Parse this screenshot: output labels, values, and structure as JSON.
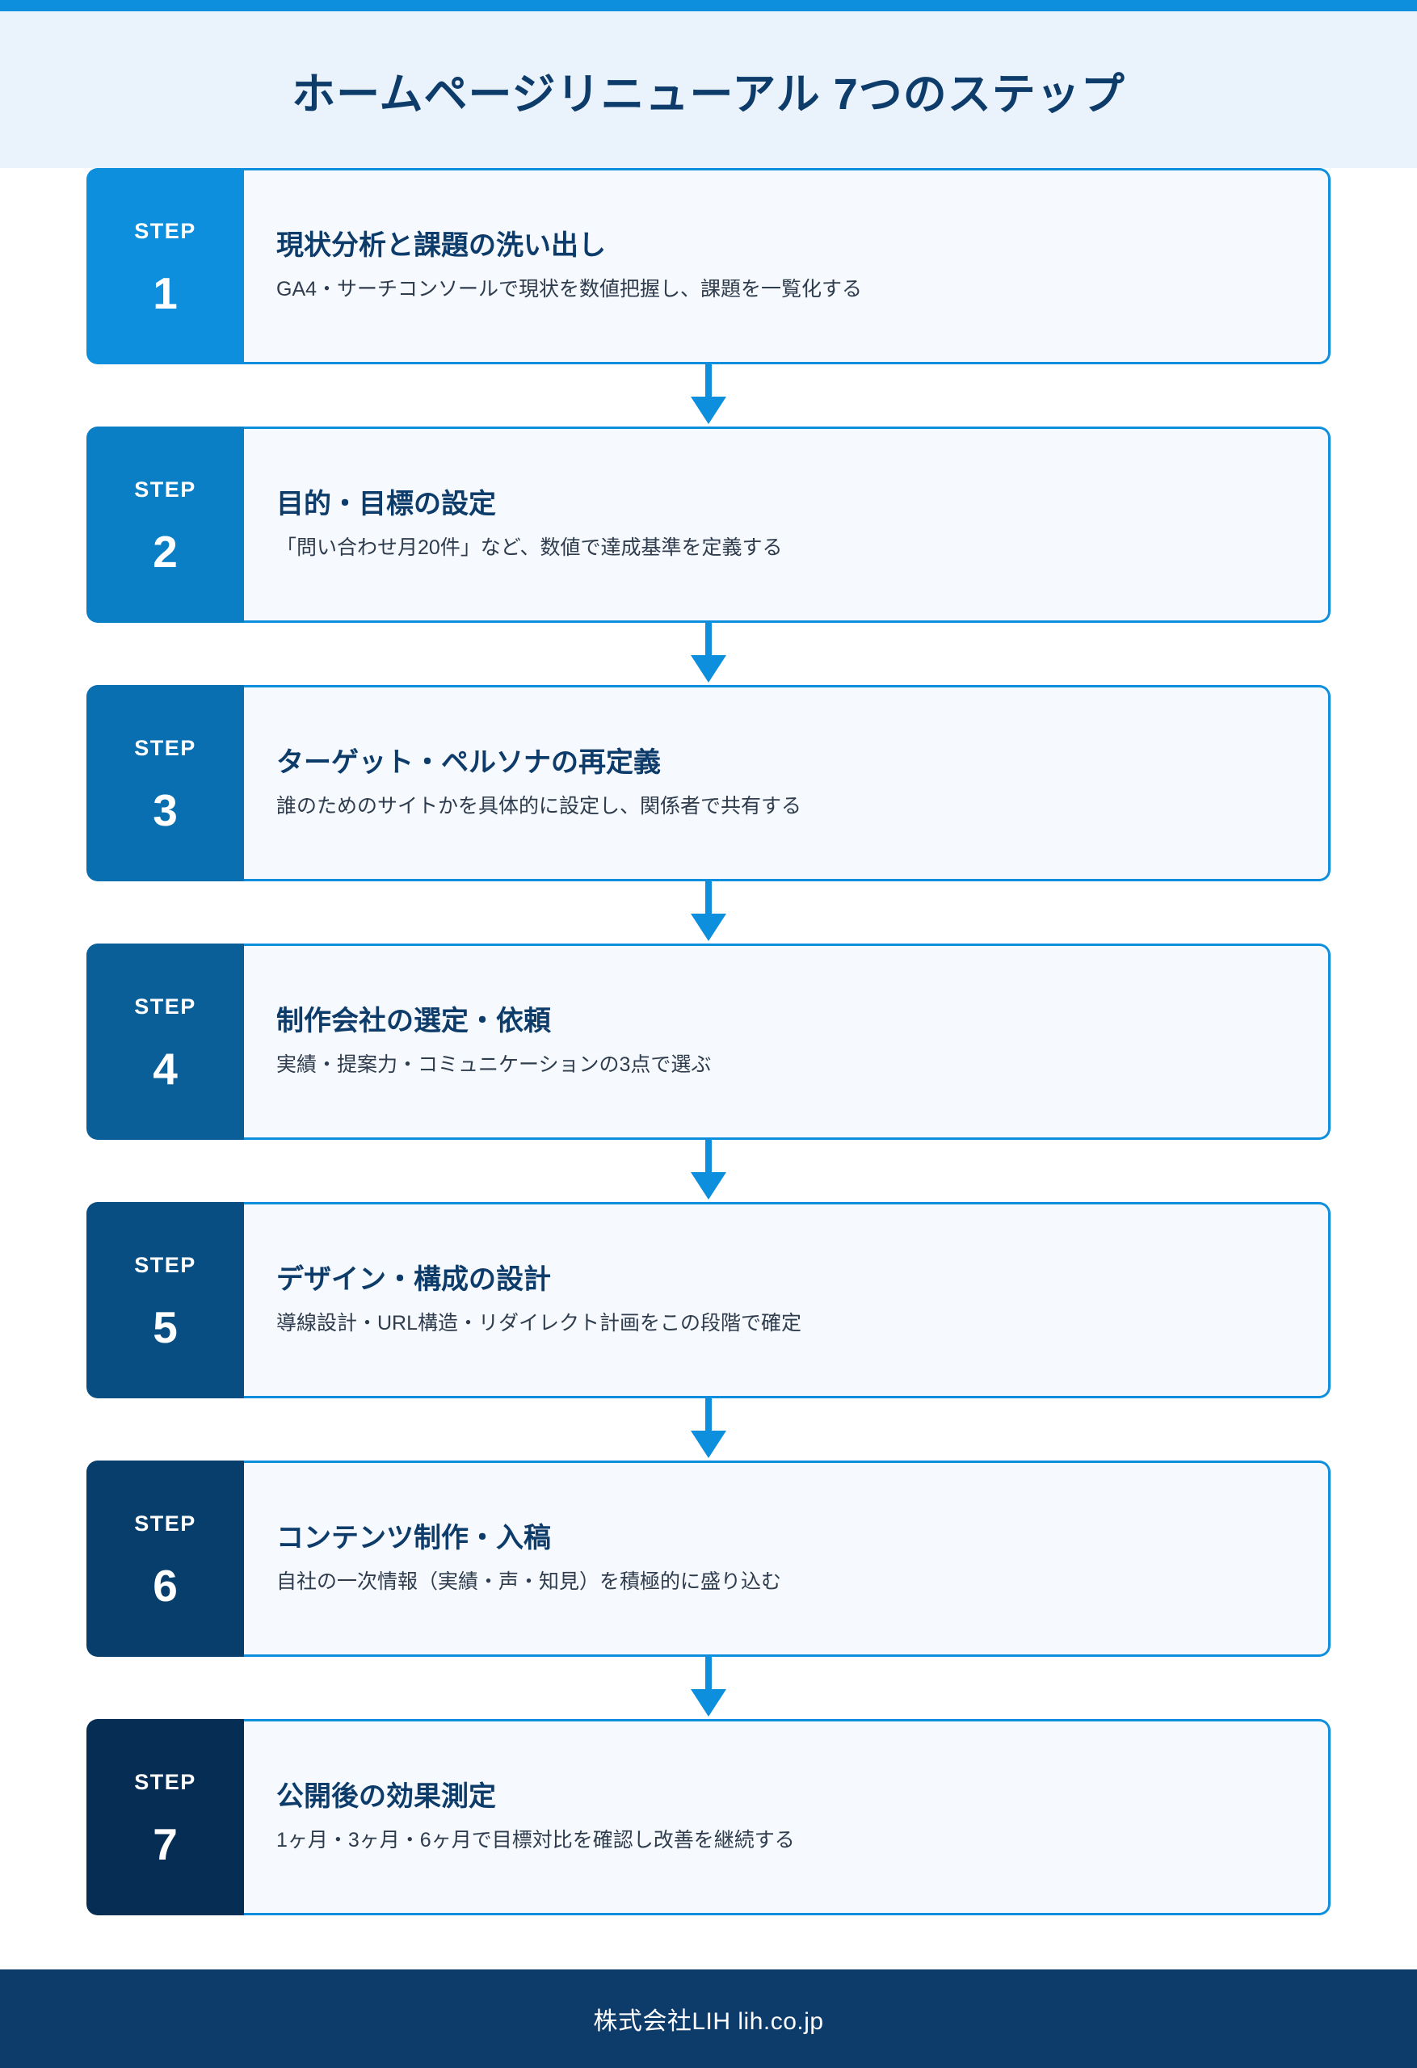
{
  "header": {
    "title": "ホームページリニューアル 7つのステップ",
    "top_bar_color": "#0d8fdd",
    "band_color": "#eaf3fc",
    "title_color": "#0d3c6b"
  },
  "steps": {
    "badge_label": "STEP",
    "items": [
      {
        "number": "1",
        "heading": "現状分析と課題の洗い出し",
        "description": "GA4・サーチコンソールで現状を数値把握し、課題を一覧化する",
        "badge_color": "#0d8fdd"
      },
      {
        "number": "2",
        "heading": "目的・目標の設定",
        "description": "「問い合わせ月20件」など、数値で達成基準を定義する",
        "badge_color": "#0b7fc6"
      },
      {
        "number": "3",
        "heading": "ターゲット・ペルソナの再定義",
        "description": "誰のためのサイトかを具体的に設定し、関係者で共有する",
        "badge_color": "#0a6fb0"
      },
      {
        "number": "4",
        "heading": "制作会社の選定・依頼",
        "description": "実績・提案力・コミュニケーションの3点で選ぶ",
        "badge_color": "#0a5f99"
      },
      {
        "number": "5",
        "heading": "デザイン・構成の設計",
        "description": "導線設計・URL構造・リダイレクト計画をこの段階で確定",
        "badge_color": "#094e82"
      },
      {
        "number": "6",
        "heading": "コンテンツ制作・入稿",
        "description": "自社の一次情報（実績・声・知見）を積極的に盛り込む",
        "badge_color": "#083e6c"
      },
      {
        "number": "7",
        "heading": "公開後の効果測定",
        "description": "1ヶ月・3ヶ月・6ヶ月で目標対比を確認し改善を継続する",
        "badge_color": "#062e55"
      }
    ],
    "connector_icon": "down-arrow-icon",
    "connector_color": "#0d8fdd",
    "card_background": "#f6f9fd",
    "card_border_color": "#0d8fdd"
  },
  "footer": {
    "text": "株式会社LIH  lih.co.jp",
    "background_color": "#0d3c6b",
    "text_color": "#ffffff"
  }
}
